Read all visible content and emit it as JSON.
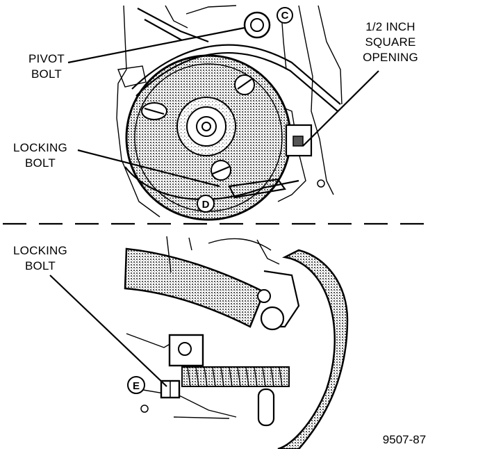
{
  "labels": {
    "pivot_bolt": [
      "PIVOT",
      "BOLT"
    ],
    "half_inch_opening": [
      "1/2 INCH",
      "SQUARE",
      "OPENING"
    ],
    "locking_bolt_top": [
      "LOCKING",
      "BOLT"
    ],
    "locking_bolt_bottom": [
      "LOCKING",
      "BOLT"
    ]
  },
  "callouts": {
    "c": "C",
    "d": "D",
    "e": "E"
  },
  "figure_number": "9507-87",
  "colors": {
    "ink": "#000000",
    "shade": "#6e6e6e",
    "paper": "#ffffff"
  }
}
